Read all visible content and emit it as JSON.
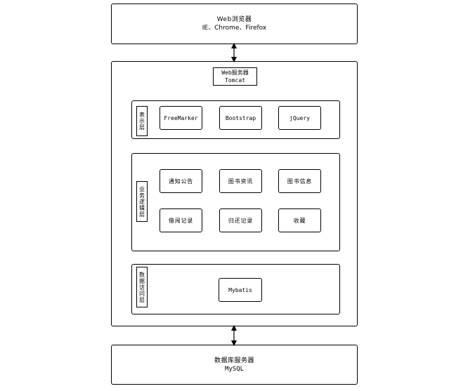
{
  "browser": {
    "title": "Web浏览器",
    "subtitle": "IE、Chrome、Firefox"
  },
  "web_server": {
    "title": "Web服务器",
    "subtitle": "Tomcat"
  },
  "presentation_layer": {
    "label": "表示层",
    "modules": [
      "FreeMarker",
      "Bootstrap",
      "jQuery"
    ]
  },
  "business_layer": {
    "label": "业务逻辑层",
    "modules": [
      "通知公告",
      "图书资讯",
      "图书信息",
      "借阅记录",
      "归还记录",
      "收藏"
    ]
  },
  "data_layer": {
    "label": "数据访问层",
    "modules": [
      "Mybatis"
    ]
  },
  "db_server": {
    "title": "数据库服务器",
    "subtitle": "MySQL"
  }
}
